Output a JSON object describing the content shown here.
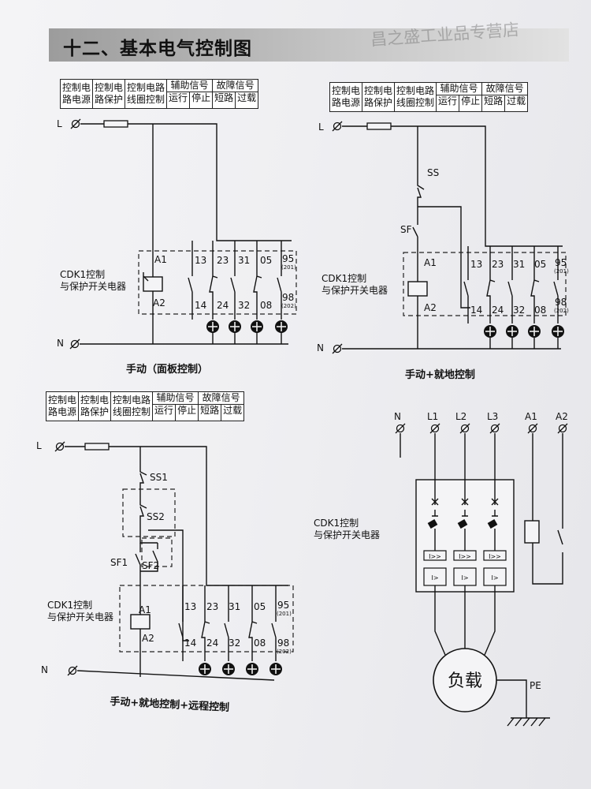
{
  "page_title": "十二、基本电气控制图",
  "watermark": "昌之盛工业品专营店",
  "header": {
    "col1": [
      "控制电",
      "路电源"
    ],
    "col2": [
      "控制电",
      "路保护"
    ],
    "col3": [
      "控制电路",
      "线圈控制"
    ],
    "aux_title": "辅助信号",
    "aux_items": [
      "运行",
      "停止"
    ],
    "fault_title": "故障信号",
    "fault_items": [
      "短路",
      "过载"
    ]
  },
  "labels": {
    "L": "L",
    "N": "N",
    "A1": "A1",
    "A2": "A2",
    "t13": "13",
    "t23": "23",
    "t31": "31",
    "t05": "05",
    "t95": "95",
    "t95s": "(201)",
    "t14": "14",
    "t24": "24",
    "t32": "32",
    "t08": "08",
    "t98": "98",
    "t98s": "(202)",
    "SS": "SS",
    "SF": "SF",
    "SS1": "SS1",
    "SS2": "SS2",
    "SF1": "SF1",
    "SF2": "SF2",
    "L1": "L1",
    "L2": "L2",
    "L3": "L3",
    "PE": "PE",
    "load": "负载",
    "sym_inst": "I>>",
    "sym_over": "I>"
  },
  "device": [
    "CDK1控制",
    "与保护开关电器"
  ],
  "captions": {
    "d1": "手动（面板控制）",
    "d2": "手动+就地控制",
    "d3": "手动+就地控制+远程控制"
  }
}
